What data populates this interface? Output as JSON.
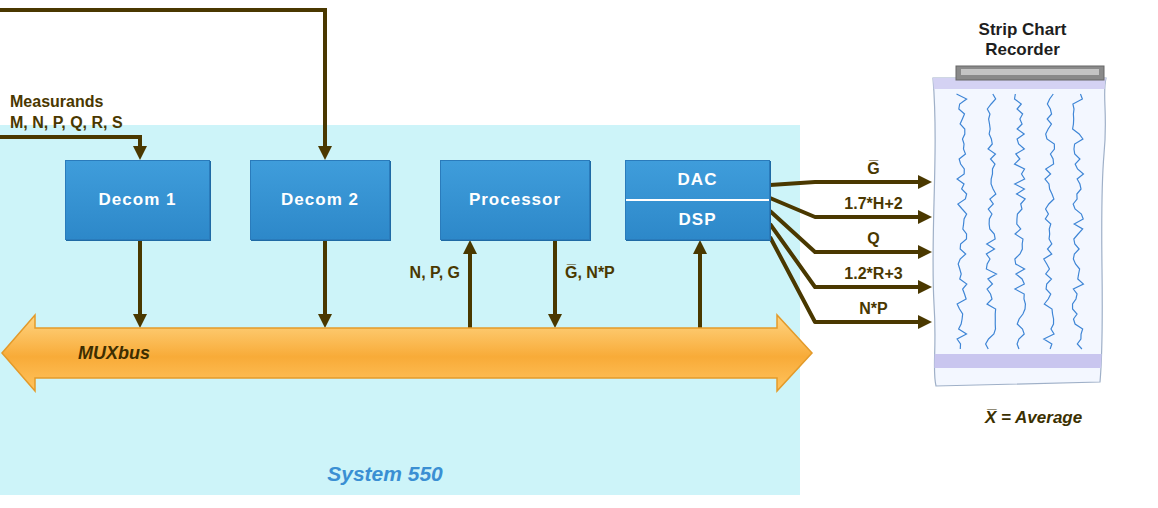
{
  "diagram": {
    "nodes": [
      {
        "text": [
          "System 550"
        ]
      },
      {
        "text": [
          "Decom 1"
        ],
        "in": 0
      },
      {
        "text": [
          "Decom 2"
        ],
        "in": 0
      },
      {
        "text": [
          "Processor"
        ],
        "in": 0
      },
      {
        "text": [
          "DAC",
          "DSP"
        ],
        "in": 0
      },
      {
        "text": [
          "MUXbus"
        ],
        "in": 0
      },
      {
        "text": [
          "Strip Chart Recorder"
        ]
      }
    ],
    "edges": [
      {
        "from": 1,
        "to": 5,
        "arrow": "to"
      },
      {
        "from": 2,
        "to": 5,
        "arrow": "to"
      },
      {
        "from": 5,
        "to": 3,
        "arrow": "to",
        "label": "N, P, G"
      },
      {
        "from": 3,
        "to": 5,
        "arrow": "to",
        "label": "G̅, N*P"
      },
      {
        "from": 5,
        "to": 4,
        "arrow": "to"
      },
      {
        "from": 4,
        "to": 6,
        "arrow": "to",
        "label": "G̅"
      },
      {
        "from": 4,
        "to": 6,
        "arrow": "to",
        "label": "1.7*H+2"
      },
      {
        "from": 4,
        "to": 6,
        "arrow": "to",
        "label": "Q"
      },
      {
        "from": 4,
        "to": 6,
        "arrow": "to",
        "label": "1.2*R+3"
      },
      {
        "from": 4,
        "to": 6,
        "arrow": "to",
        "label": "N*P"
      }
    ],
    "labels": [
      "Measurands",
      "M, N, P, Q, R, S",
      "X̅ = Average"
    ]
  }
}
